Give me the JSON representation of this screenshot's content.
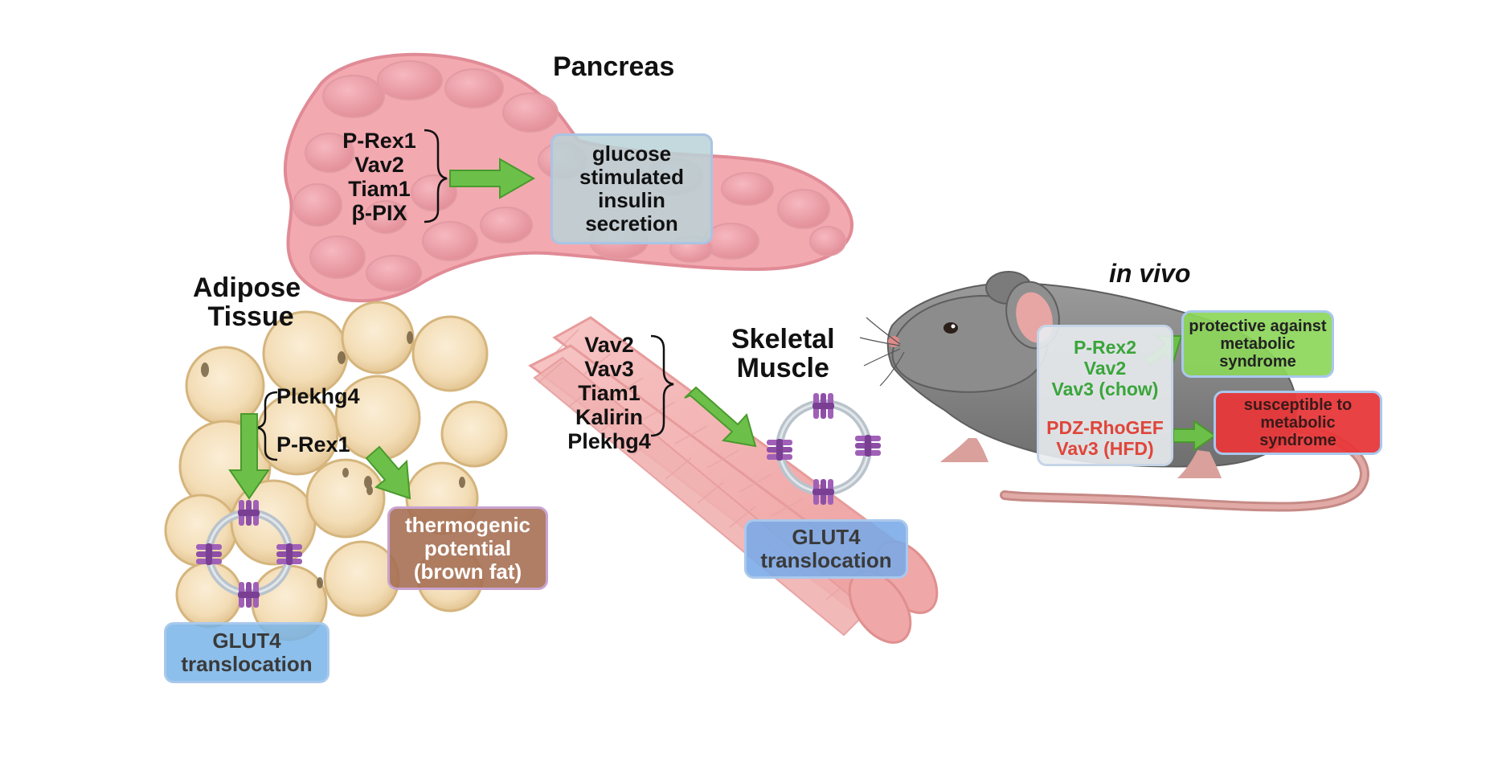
{
  "pancreas": {
    "title": "Pancreas",
    "genes": [
      "P-Rex1",
      "Vav2",
      "Tiam1",
      "β-PIX"
    ],
    "outcome": [
      "glucose",
      "stimulated",
      "insulin",
      "secretion"
    ]
  },
  "adipose": {
    "title_lines": [
      "Adipose",
      "Tissue"
    ],
    "gene_top": "Plekhg4",
    "gene_bottom": "P-Rex1",
    "glut4": [
      "GLUT4",
      "translocation"
    ],
    "thermo": [
      "thermogenic",
      "potential",
      "(brown fat)"
    ]
  },
  "muscle": {
    "title_lines": [
      "Skeletal",
      "Muscle"
    ],
    "genes": [
      "Vav2",
      "Vav3",
      "Tiam1",
      "Kalirin",
      "Plekhg4"
    ],
    "glut4": [
      "GLUT4",
      "translocation"
    ]
  },
  "invivo": {
    "title": "in vivo",
    "protective_genes": [
      "P-Rex2",
      "Vav2",
      "Vav3 (chow)"
    ],
    "susceptible_genes": [
      "PDZ-RhoGEF",
      "Vav3 (HFD)"
    ],
    "protective_outcome": [
      "protective against",
      "metabolic",
      "syndrome"
    ],
    "susceptible_outcome": [
      "susceptible to",
      "metabolic",
      "syndrome"
    ]
  },
  "colors": {
    "arrow_green": "#6cc04a",
    "protective_text": "#3aa53a",
    "susceptible_text": "#e0453a",
    "glut4_box": "#7fb8e6",
    "thermo_box": "#a97358",
    "insulin_box": "#c9d9dc",
    "protective_box": "#8fd65a",
    "susceptible_box": "#e8383a",
    "transporter": "#9a5ab0"
  },
  "icons": [
    "pancreas-illustration",
    "fat-cells-illustration",
    "muscle-fiber-illustration",
    "mouse-illustration",
    "glut4-transporter-icon",
    "vesicle-icon",
    "green-arrow-icon",
    "bracket-icon"
  ]
}
